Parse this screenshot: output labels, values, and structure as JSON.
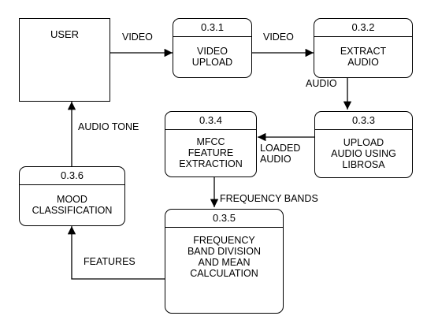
{
  "entity": {
    "label": "USER"
  },
  "processes": {
    "p1": {
      "number": "0.3.1",
      "label": "VIDEO\nUPLOAD"
    },
    "p2": {
      "number": "0.3.2",
      "label": "EXTRACT\nAUDIO"
    },
    "p3": {
      "number": "0.3.3",
      "label": "UPLOAD\nAUDIO USING\nLIBROSA"
    },
    "p4": {
      "number": "0.3.4",
      "label": "MFCC\nFEATURE\nEXTRACTION"
    },
    "p5": {
      "number": "0.3.5",
      "label": "FREQUENCY\nBAND DIVISION\nAND MEAN\nCALCULATION"
    },
    "p6": {
      "number": "0.3.6",
      "label": "MOOD\nCLASSIFICATION"
    }
  },
  "flows": {
    "user_to_p1": "VIDEO",
    "p1_to_p2": "VIDEO",
    "p2_to_p3": "AUDIO",
    "p3_to_p4": "LOADED\nAUDIO",
    "p4_to_p5": "FREQUENCY BANDS",
    "p5_to_p6": "FEATURES",
    "p6_to_user": "AUDIO TONE"
  }
}
